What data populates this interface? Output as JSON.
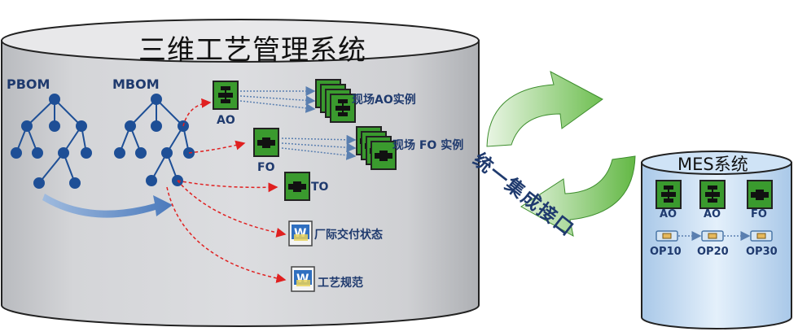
{
  "main_system": {
    "title": "三维工艺管理系统",
    "pbom_label": "PBOM",
    "mbom_label": "MBOM",
    "ao_label": "AO",
    "fo_label": "FO",
    "to_label": "TO",
    "ao_instance_label": "现场AO实例",
    "fo_instance_label": "现场 FO 实例",
    "delivery_status_label": "厂际交付状态",
    "process_spec_label": "工艺规范"
  },
  "integration": {
    "label": "统一集成接口"
  },
  "mes_system": {
    "title": "MES系统",
    "docs": [
      "AO",
      "AO",
      "FO"
    ],
    "ops": [
      "OP10",
      "OP20",
      "OP30"
    ]
  }
}
